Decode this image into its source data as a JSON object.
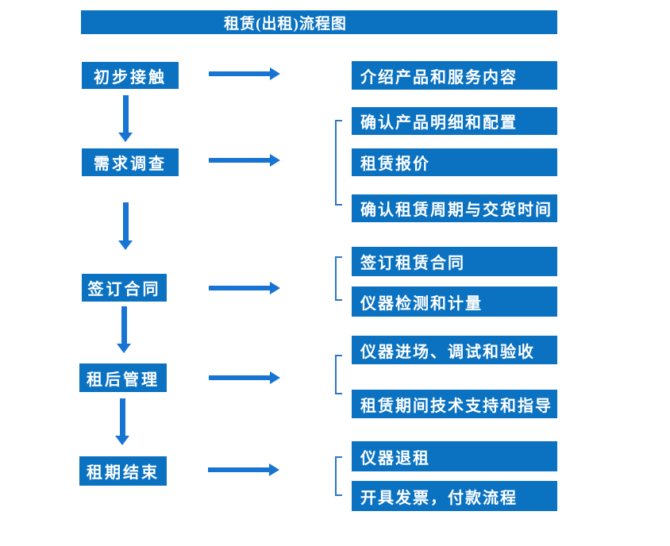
{
  "title": "租赁(出租)流程图",
  "colors": {
    "box_blue": "#0b72c2",
    "arrow_blue": "#1774d2",
    "bracket_blue": "#2e77c0",
    "text_white": "#ffffff"
  },
  "stages": [
    {
      "label": "初步接触",
      "outputs": [
        "介绍产品和服务内容"
      ]
    },
    {
      "label": "需求调查",
      "outputs": [
        "确认产品明细和配置",
        "租赁报价",
        "确认租赁周期与交货时间"
      ]
    },
    {
      "label": "签订合同",
      "outputs": [
        "签订租赁合同",
        "仪器检测和计量"
      ]
    },
    {
      "label": "租后管理",
      "outputs": [
        "仪器进场、调试和验收",
        "租赁期间技术支持和指导"
      ]
    },
    {
      "label": "租期结束",
      "outputs": [
        "仪器退租",
        "开具发票，付款流程"
      ]
    }
  ]
}
